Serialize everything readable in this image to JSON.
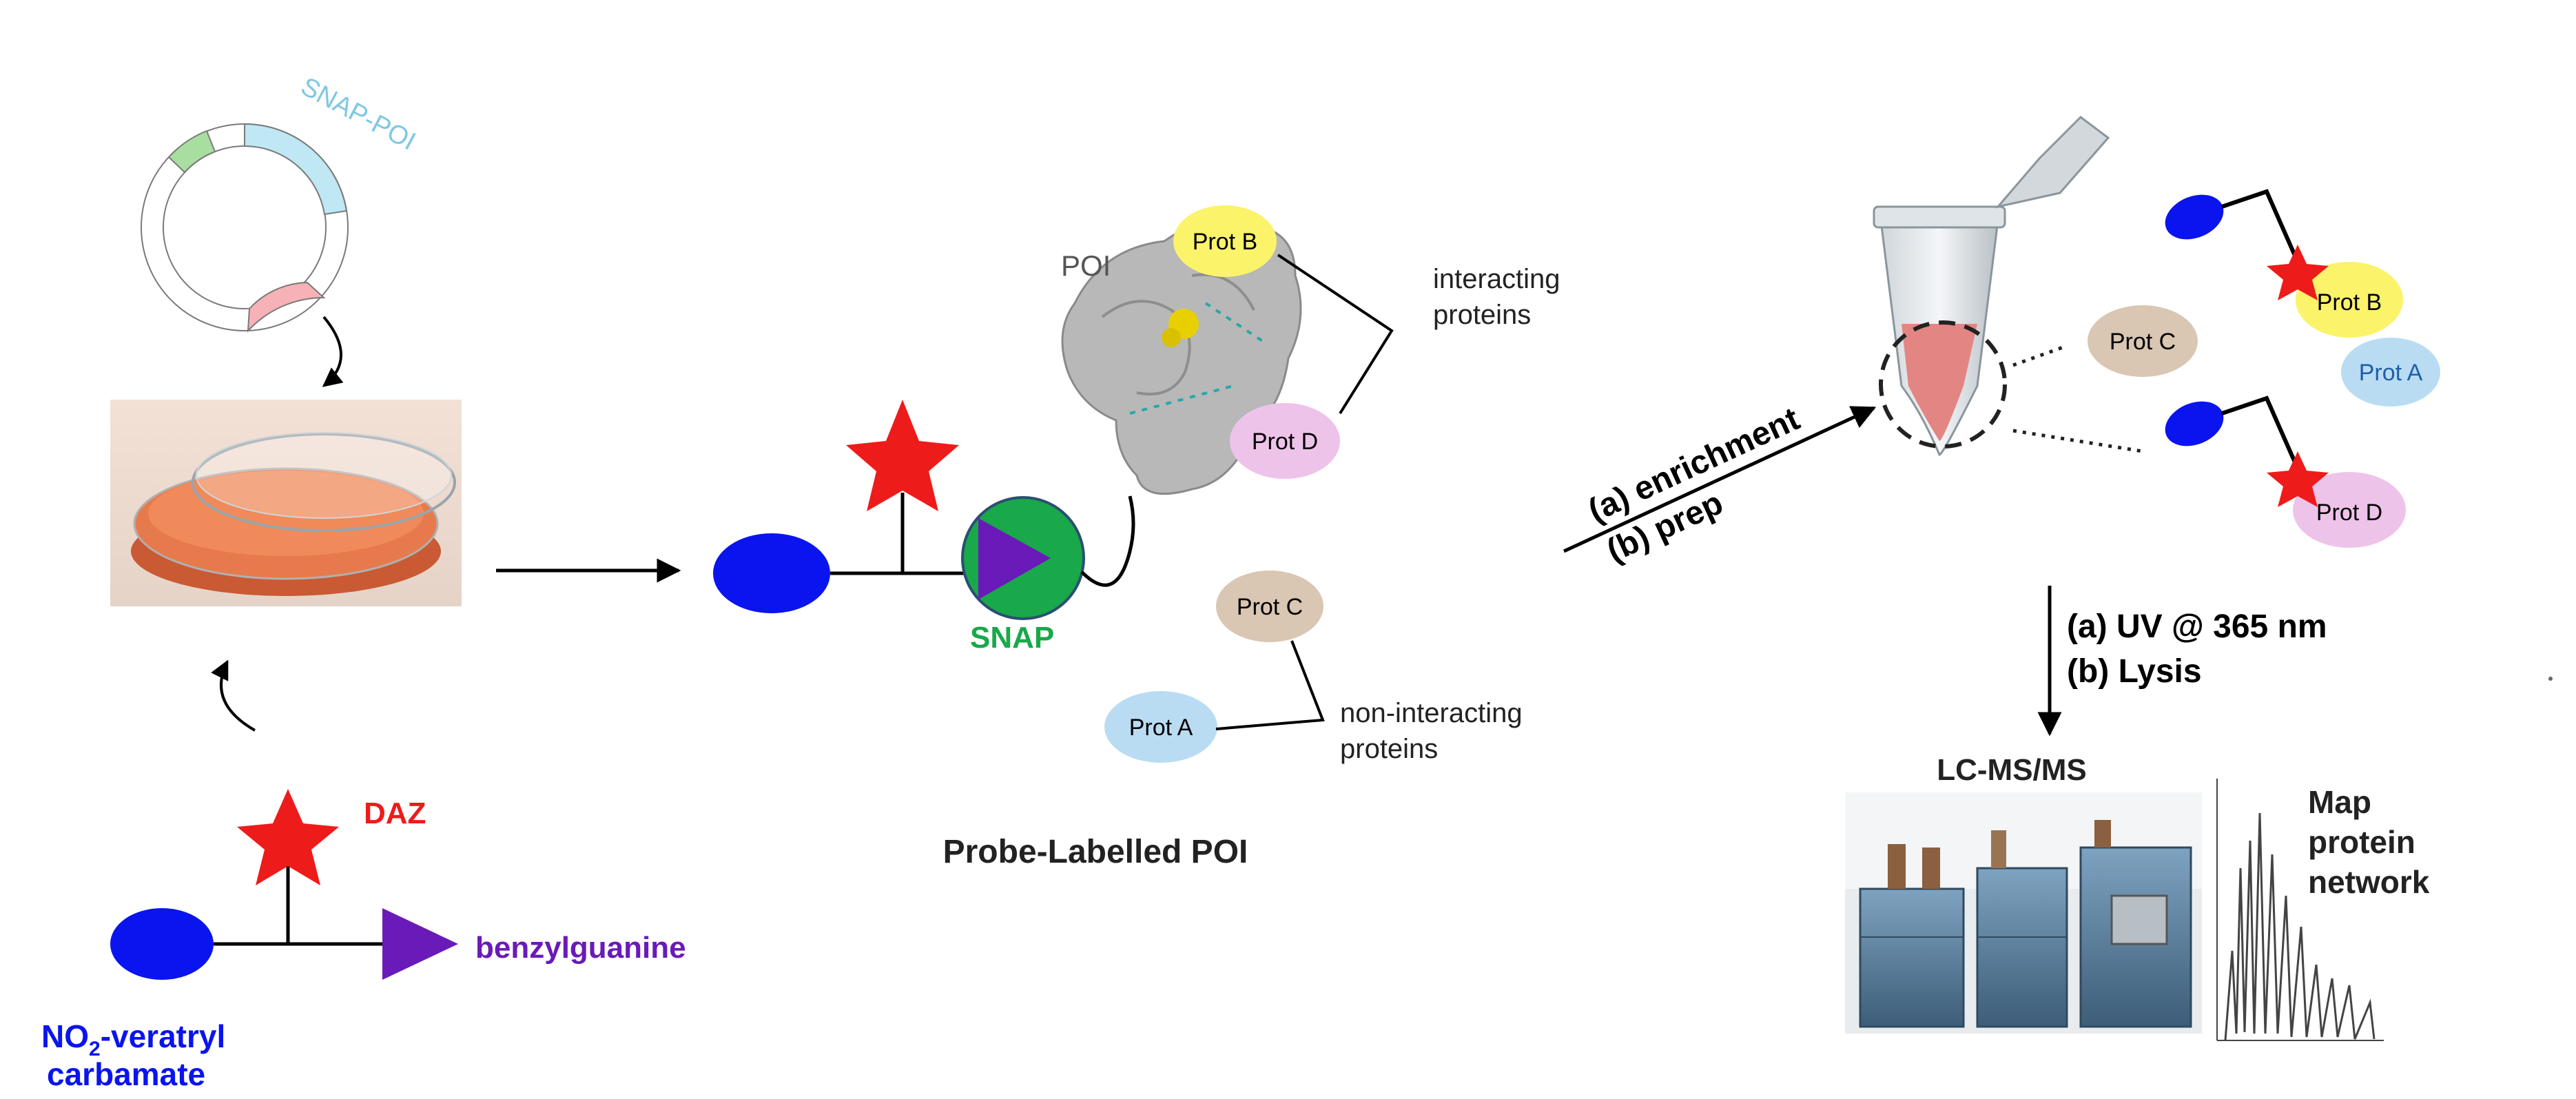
{
  "plasmid": {
    "label": "SNAP-POI"
  },
  "probe": {
    "daz": "DAZ",
    "benzylguanine": "benzylguanine",
    "veratryl_line1": "NO",
    "veratryl_sub": "2",
    "veratryl_line1_rest": "-veratryl",
    "veratryl_line2": "carbamate"
  },
  "labelled": {
    "poi": "POI",
    "snap": "SNAP",
    "prot_b": "Prot B",
    "prot_d": "Prot D",
    "prot_c": "Prot C",
    "prot_a": "Prot A",
    "interacting_1": "interacting",
    "interacting_2": "proteins",
    "noninteracting_1": "non-interacting",
    "noninteracting_2": "proteins",
    "caption": "Probe-Labelled POI"
  },
  "step1": {
    "a": "(a)  enrichment",
    "b": "(b)  prep"
  },
  "tube_side": {
    "prot_c": "Prot C",
    "prot_a": "Prot A",
    "prot_b": "Prot B",
    "prot_d": "Prot D"
  },
  "step2": {
    "a": "(a)  UV @ 365 nm",
    "b": "(b)  Lysis"
  },
  "lcms": {
    "label": "LC-MS/MS"
  },
  "map": {
    "line1": "Map",
    "line2": "protein",
    "line3": "network"
  },
  "colors": {
    "probe_blue": "#0a14ee",
    "star_red": "#ee1b1b",
    "bg_purple": "#6a1ab8",
    "snap_green": "#19a84a",
    "plasmid_blue": "#7ec8e3",
    "plasmid_pink": "#f4a0a8",
    "plasmid_green": "#8fd28f",
    "prot_yellow": "#fbf36a",
    "prot_pink": "#eec3ea",
    "prot_tan": "#d9c6b3",
    "prot_blue": "#b9dcf2"
  }
}
